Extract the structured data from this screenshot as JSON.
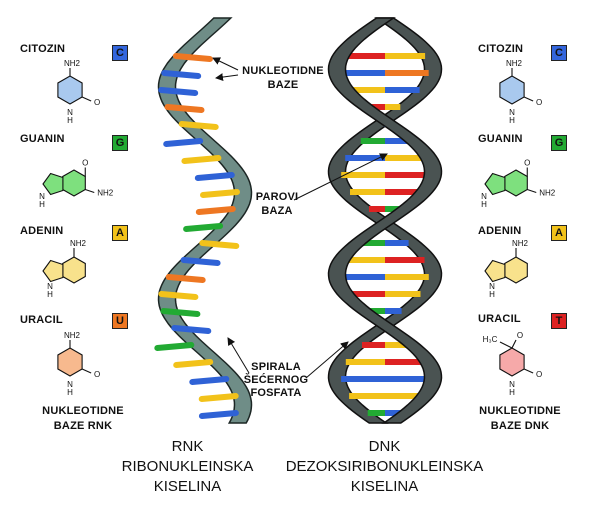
{
  "colors": {
    "cytosine": "#3366dd",
    "guanine": "#22aa33",
    "adenine": "#f2c21a",
    "uracil": "#ee7722",
    "thymine": "#dd2222",
    "rna_backbone": "#6f8d87",
    "dna_backbone": "#4a5352"
  },
  "left_panel": {
    "bases": [
      {
        "name": "CITOZIN",
        "letter": "C",
        "color": "#3366dd",
        "mol_fill": "#a9c9ee",
        "icon": "cytosine-structure"
      },
      {
        "name": "GUANIN",
        "letter": "G",
        "color": "#22aa33",
        "mol_fill": "#7ee07e",
        "icon": "guanine-structure"
      },
      {
        "name": "ADENIN",
        "letter": "A",
        "color": "#f2c21a",
        "mol_fill": "#f8e28c",
        "icon": "adenine-structure"
      },
      {
        "name": "URACIL",
        "letter": "U",
        "color": "#ee7722",
        "mol_fill": "#f7b98e",
        "icon": "uracil-structure"
      }
    ],
    "caption_line1": "NUKLEOTIDNE",
    "caption_line2": "BAZE RNK"
  },
  "right_panel": {
    "bases": [
      {
        "name": "CITOZIN",
        "letter": "C",
        "color": "#3366dd",
        "mol_fill": "#a9c9ee",
        "icon": "cytosine-structure"
      },
      {
        "name": "GUANIN",
        "letter": "G",
        "color": "#22aa33",
        "mol_fill": "#7ee07e",
        "icon": "guanine-structure"
      },
      {
        "name": "ADENIN",
        "letter": "A",
        "color": "#f2c21a",
        "mol_fill": "#f8e28c",
        "icon": "adenine-structure"
      },
      {
        "name": "URACIL",
        "letter": "T",
        "color": "#dd2222",
        "mol_fill": "#f6a9a9",
        "icon": "thymine-structure"
      }
    ],
    "caption_line1": "NUKLEOTIDNE",
    "caption_line2": "BAZE DNK"
  },
  "annotations": {
    "nucleotide_bases_line1": "NUKLEOTIDNE",
    "nucleotide_bases_line2": "BAZE",
    "base_pairs_line1": "PAROVI",
    "base_pairs_line2": "BAZA",
    "sugar_line1": "SPIRALA",
    "sugar_line2": "ŠEĆERNOG",
    "sugar_line3": "FOSFATA"
  },
  "rna_title": {
    "line1": "RNK",
    "line2": "RIBONUKLEINSKA",
    "line3": "KISELINA"
  },
  "dna_title": {
    "line1": "DNK",
    "line2": "DEZOKSIRIBONUKLEINSKA",
    "line3": "KISELINA"
  },
  "molecule_labels": {
    "nh2": "NH",
    "two": "2",
    "n": "N",
    "h": "H",
    "o": "O",
    "ch3": "H₃C"
  },
  "rna_strand_bases": [
    "orange",
    "blue",
    "blue",
    "orange",
    "yellow",
    "blue",
    "yellow",
    "blue",
    "yellow",
    "orange",
    "green",
    "yellow",
    "blue",
    "orange",
    "yellow",
    "green",
    "blue",
    "green",
    "yellow",
    "blue",
    "yellow",
    "blue"
  ],
  "dna_strand_pairs": [
    [
      "red",
      "yellow"
    ],
    [
      "blue",
      "orange"
    ],
    [
      "yellow",
      "blue"
    ],
    [
      "red",
      "yellow"
    ],
    [
      "blue",
      "red"
    ],
    [
      "green",
      "blue"
    ],
    [
      "blue",
      "yellow"
    ],
    [
      "yellow",
      "red"
    ],
    [
      "yellow",
      "red"
    ],
    [
      "red",
      "green"
    ],
    [
      "blue",
      "yellow"
    ],
    [
      "green",
      "blue"
    ],
    [
      "yellow",
      "red"
    ],
    [
      "blue",
      "yellow"
    ],
    [
      "red",
      "yellow"
    ],
    [
      "green",
      "blue"
    ],
    [
      "blue",
      "green"
    ],
    [
      "red",
      "yellow"
    ],
    [
      "yellow",
      "red"
    ],
    [
      "blue",
      "blue"
    ],
    [
      "yellow",
      "yellow"
    ],
    [
      "green",
      "blue"
    ]
  ]
}
